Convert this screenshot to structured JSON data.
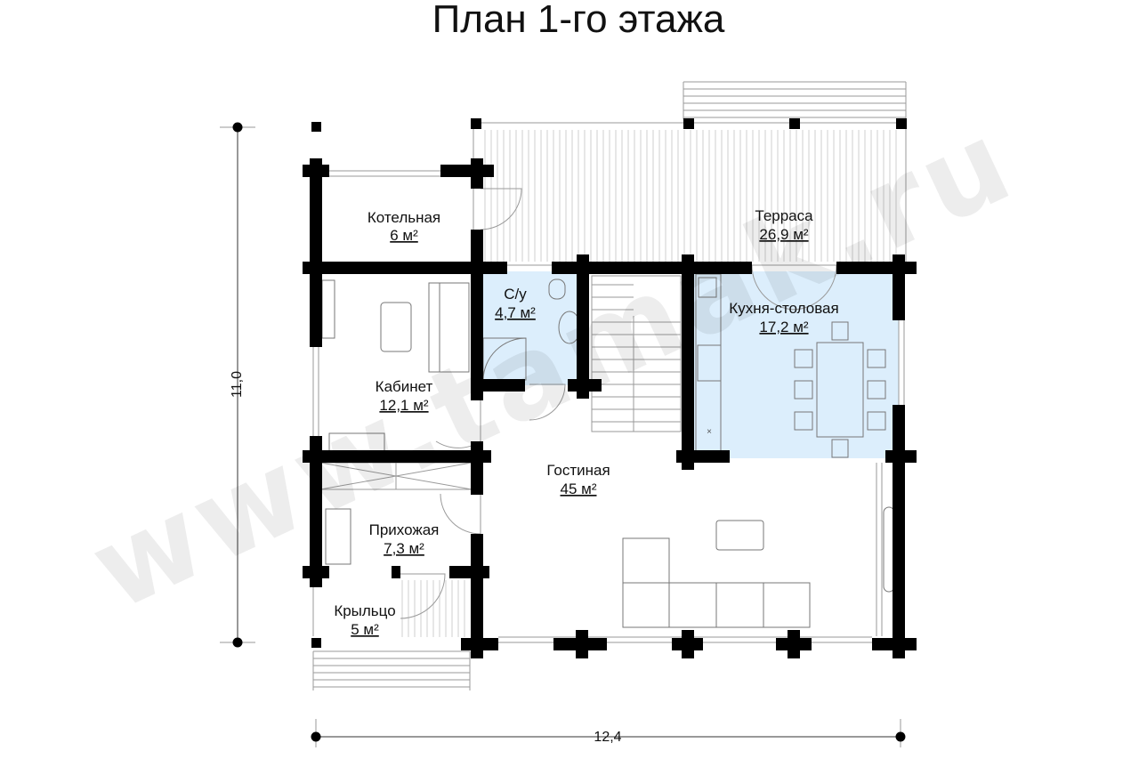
{
  "title": "План 1-го этажа",
  "watermark": "www.tamak.ru",
  "dimensions": {
    "height": "11,0",
    "width": "12,4"
  },
  "rooms": {
    "boiler": {
      "name": "Котельная",
      "area": "6 м²"
    },
    "terrace": {
      "name": "Терраса",
      "area": "26,9 м²"
    },
    "bathroom": {
      "name": "С/у",
      "area": "4,7 м²"
    },
    "kitchen": {
      "name": "Кухня-столовая",
      "area": "17,2 м²"
    },
    "office": {
      "name": "Кабинет",
      "area": "12,1 м²"
    },
    "living": {
      "name": "Гостиная",
      "area": "45 м²"
    },
    "hall": {
      "name": "Прихожая",
      "area": "7,3 м²"
    },
    "porch": {
      "name": "Крыльцо",
      "area": "5 м²"
    }
  },
  "colors": {
    "wet_zone_fill": "#dceefc",
    "wall": "#000000"
  }
}
